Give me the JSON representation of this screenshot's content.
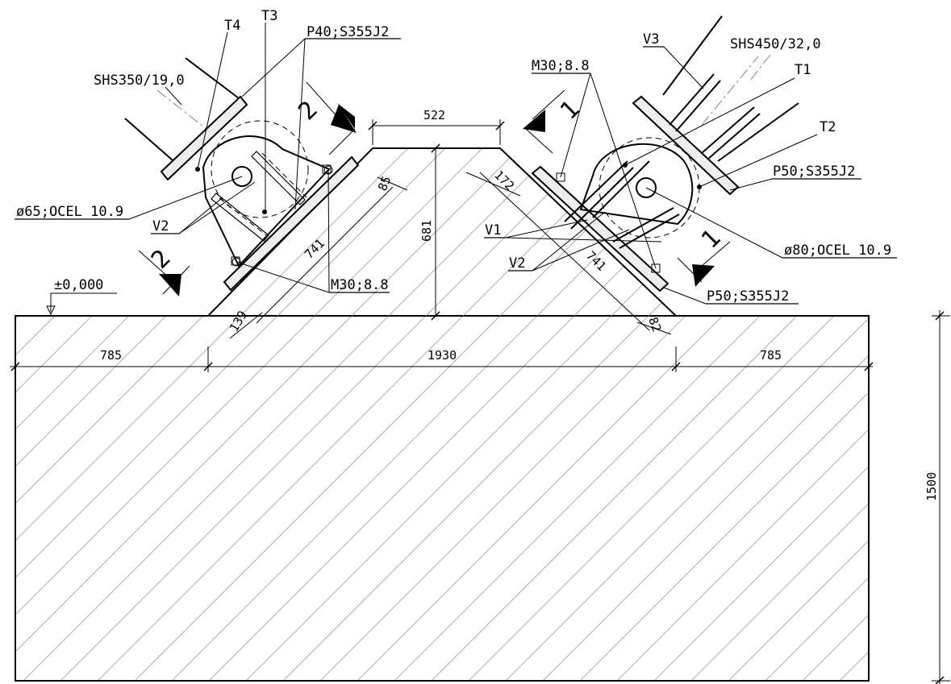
{
  "labels": {
    "t4": "T4",
    "t3": "T3",
    "p40": "P40;S355J2",
    "shs350": "SHS350/19,0",
    "dia65": "ø65;OCEL 10.9",
    "v2_left": "V2",
    "level": "±0,000",
    "m30_left": "M30;8.8",
    "m30_right": "M30;8.8",
    "v3": "V3",
    "shs450": "SHS450/32,0",
    "t1": "T1",
    "t2": "T2",
    "p50_top": "P50;S355J2",
    "dia80": "ø80;OCEL 10.9",
    "v1": "V1",
    "v2_right": "V2",
    "p50_bottom": "P50;S355J2"
  },
  "section_marks": {
    "left": "2",
    "right": "1"
  },
  "dimensions": {
    "top_width": "522",
    "height": "681",
    "d85": "85",
    "d741_left": "741",
    "d139": "139",
    "d172": "172",
    "d741_right": "741",
    "d82": "82",
    "left_785": "785",
    "middle_1930": "1930",
    "right_785": "785",
    "depth_1500": "1500"
  }
}
